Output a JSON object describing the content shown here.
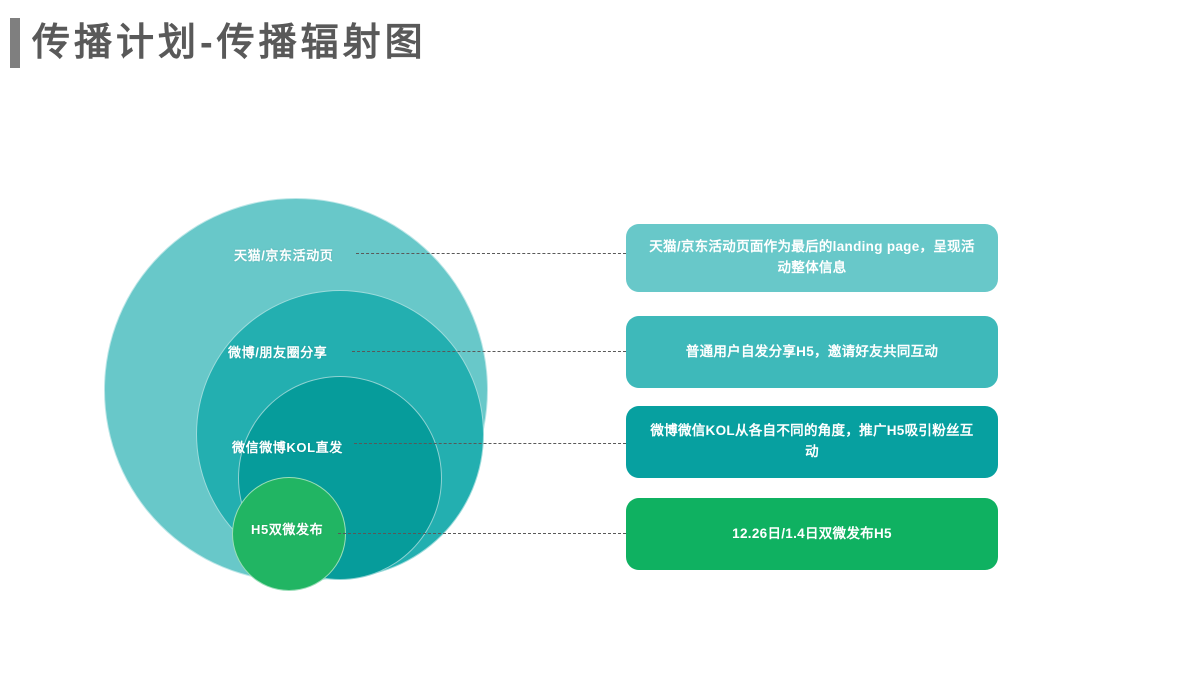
{
  "slide": {
    "title": "传播计划-传播辐射图",
    "accent_color": "#7f7f7f",
    "title_color": "#595959",
    "background": "#ffffff"
  },
  "diagram": {
    "type": "concentric-radiation",
    "rings": [
      {
        "id": "outer",
        "label": "天猫/京东活动页",
        "color": "#68C8C9",
        "level": 4
      },
      {
        "id": "second",
        "label": "微博/朋友圈分享",
        "color": "#23AFB0",
        "level": 3
      },
      {
        "id": "third",
        "label": "微信微博KOL直发",
        "color": "#069C9B",
        "level": 2
      },
      {
        "id": "inner",
        "label": "H5双微发布",
        "color": "#21B563",
        "level": 1
      }
    ],
    "connector_style": "dashed",
    "connector_color": "#595959"
  },
  "cards": [
    {
      "id": "card-1",
      "text": "天猫/京东活动页面作为最后的landing page，呈现活动整体信息",
      "color": "#68C8C9"
    },
    {
      "id": "card-2",
      "text": "普通用户自发分享H5，邀请好友共同互动",
      "color": "#3EB9BA"
    },
    {
      "id": "card-3",
      "text": "微博微信KOL从各自不同的角度，推广H5吸引粉丝互动",
      "color": "#07A0A0"
    },
    {
      "id": "card-4",
      "text": "12.26日/1.4日双微发布H5",
      "color": "#0FB161"
    }
  ]
}
